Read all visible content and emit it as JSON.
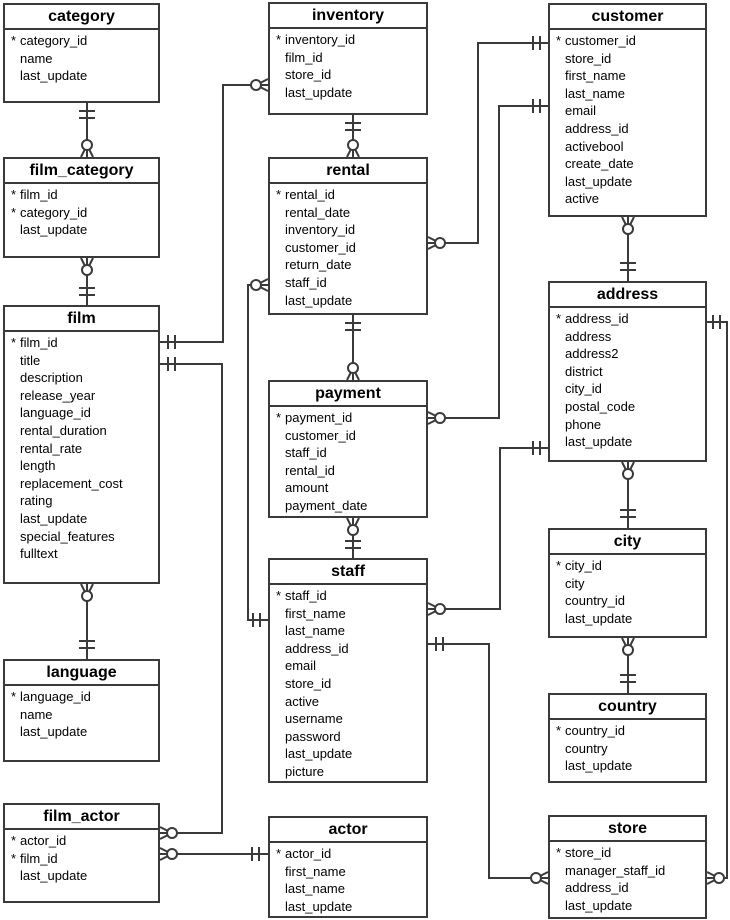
{
  "diagram": {
    "title": "DVD rental database entity-relationship diagram",
    "notation": {
      "pk_marker": "*",
      "one_symbol": "double-bar",
      "many_symbol": "circle-crow-foot"
    },
    "colors": {
      "background": "#ffffff",
      "line": "#3a3a3a",
      "text": "#000000",
      "table_background": "#ffffff"
    },
    "tables": [
      {
        "id": "category",
        "title": "category",
        "columns": [
          {
            "name": "category_id",
            "pk": true
          },
          {
            "name": "name",
            "pk": false
          },
          {
            "name": "last_update",
            "pk": false
          }
        ]
      },
      {
        "id": "film_category",
        "title": "film_category",
        "columns": [
          {
            "name": "film_id",
            "pk": true
          },
          {
            "name": "category_id",
            "pk": true
          },
          {
            "name": "last_update",
            "pk": false
          }
        ]
      },
      {
        "id": "film",
        "title": "film",
        "columns": [
          {
            "name": "film_id",
            "pk": true
          },
          {
            "name": "title",
            "pk": false
          },
          {
            "name": "description",
            "pk": false
          },
          {
            "name": "release_year",
            "pk": false
          },
          {
            "name": "language_id",
            "pk": false
          },
          {
            "name": "rental_duration",
            "pk": false
          },
          {
            "name": "rental_rate",
            "pk": false
          },
          {
            "name": "length",
            "pk": false
          },
          {
            "name": "replacement_cost",
            "pk": false
          },
          {
            "name": "rating",
            "pk": false
          },
          {
            "name": "last_update",
            "pk": false
          },
          {
            "name": "special_features",
            "pk": false
          },
          {
            "name": "fulltext",
            "pk": false
          }
        ]
      },
      {
        "id": "language",
        "title": "language",
        "columns": [
          {
            "name": "language_id",
            "pk": true
          },
          {
            "name": "name",
            "pk": false
          },
          {
            "name": "last_update",
            "pk": false
          }
        ]
      },
      {
        "id": "film_actor",
        "title": "film_actor",
        "columns": [
          {
            "name": "actor_id",
            "pk": true
          },
          {
            "name": "film_id",
            "pk": true
          },
          {
            "name": "last_update",
            "pk": false
          }
        ]
      },
      {
        "id": "inventory",
        "title": "inventory",
        "columns": [
          {
            "name": "inventory_id",
            "pk": true
          },
          {
            "name": "film_id",
            "pk": false
          },
          {
            "name": "store_id",
            "pk": false
          },
          {
            "name": "last_update",
            "pk": false
          }
        ]
      },
      {
        "id": "rental",
        "title": "rental",
        "columns": [
          {
            "name": "rental_id",
            "pk": true
          },
          {
            "name": "rental_date",
            "pk": false
          },
          {
            "name": "inventory_id",
            "pk": false
          },
          {
            "name": "customer_id",
            "pk": false
          },
          {
            "name": "return_date",
            "pk": false
          },
          {
            "name": "staff_id",
            "pk": false
          },
          {
            "name": "last_update",
            "pk": false
          }
        ]
      },
      {
        "id": "payment",
        "title": "payment",
        "columns": [
          {
            "name": "payment_id",
            "pk": true
          },
          {
            "name": "customer_id",
            "pk": false
          },
          {
            "name": "staff_id",
            "pk": false
          },
          {
            "name": "rental_id",
            "pk": false
          },
          {
            "name": "amount",
            "pk": false
          },
          {
            "name": "payment_date",
            "pk": false
          }
        ]
      },
      {
        "id": "staff",
        "title": "staff",
        "columns": [
          {
            "name": "staff_id",
            "pk": true
          },
          {
            "name": "first_name",
            "pk": false
          },
          {
            "name": "last_name",
            "pk": false
          },
          {
            "name": "address_id",
            "pk": false
          },
          {
            "name": "email",
            "pk": false
          },
          {
            "name": "store_id",
            "pk": false
          },
          {
            "name": "active",
            "pk": false
          },
          {
            "name": "username",
            "pk": false
          },
          {
            "name": "password",
            "pk": false
          },
          {
            "name": "last_update",
            "pk": false
          },
          {
            "name": "picture",
            "pk": false
          }
        ]
      },
      {
        "id": "actor",
        "title": "actor",
        "columns": [
          {
            "name": "actor_id",
            "pk": true
          },
          {
            "name": "first_name",
            "pk": false
          },
          {
            "name": "last_name",
            "pk": false
          },
          {
            "name": "last_update",
            "pk": false
          }
        ]
      },
      {
        "id": "customer",
        "title": "customer",
        "columns": [
          {
            "name": "customer_id",
            "pk": true
          },
          {
            "name": "store_id",
            "pk": false
          },
          {
            "name": "first_name",
            "pk": false
          },
          {
            "name": "last_name",
            "pk": false
          },
          {
            "name": "email",
            "pk": false
          },
          {
            "name": "address_id",
            "pk": false
          },
          {
            "name": "activebool",
            "pk": false
          },
          {
            "name": "create_date",
            "pk": false
          },
          {
            "name": "last_update",
            "pk": false
          },
          {
            "name": "active",
            "pk": false
          }
        ]
      },
      {
        "id": "address",
        "title": "address",
        "columns": [
          {
            "name": "address_id",
            "pk": true
          },
          {
            "name": "address",
            "pk": false
          },
          {
            "name": "address2",
            "pk": false
          },
          {
            "name": "district",
            "pk": false
          },
          {
            "name": "city_id",
            "pk": false
          },
          {
            "name": "postal_code",
            "pk": false
          },
          {
            "name": "phone",
            "pk": false
          },
          {
            "name": "last_update",
            "pk": false
          }
        ]
      },
      {
        "id": "city",
        "title": "city",
        "columns": [
          {
            "name": "city_id",
            "pk": true
          },
          {
            "name": "city",
            "pk": false
          },
          {
            "name": "country_id",
            "pk": false
          },
          {
            "name": "last_update",
            "pk": false
          }
        ]
      },
      {
        "id": "country",
        "title": "country",
        "columns": [
          {
            "name": "country_id",
            "pk": true
          },
          {
            "name": "country",
            "pk": false
          },
          {
            "name": "last_update",
            "pk": false
          }
        ]
      },
      {
        "id": "store",
        "title": "store",
        "columns": [
          {
            "name": "store_id",
            "pk": true
          },
          {
            "name": "manager_staff_id",
            "pk": false
          },
          {
            "name": "address_id",
            "pk": false
          },
          {
            "name": "last_update",
            "pk": false
          }
        ]
      }
    ],
    "relationships": [
      {
        "parent": "category",
        "child": "film_category",
        "parent_end": "exactly-one",
        "child_end": "zero-or-many"
      },
      {
        "parent": "film",
        "child": "film_category",
        "parent_end": "exactly-one",
        "child_end": "zero-or-many"
      },
      {
        "parent": "language",
        "child": "film",
        "parent_end": "exactly-one",
        "child_end": "zero-or-many"
      },
      {
        "parent": "film",
        "child": "inventory",
        "parent_end": "exactly-one",
        "child_end": "zero-or-many"
      },
      {
        "parent": "film",
        "child": "film_actor",
        "parent_end": "exactly-one",
        "child_end": "zero-or-many"
      },
      {
        "parent": "actor",
        "child": "film_actor",
        "parent_end": "exactly-one",
        "child_end": "zero-or-many"
      },
      {
        "parent": "inventory",
        "child": "rental",
        "parent_end": "exactly-one",
        "child_end": "zero-or-many"
      },
      {
        "parent": "rental",
        "child": "payment",
        "parent_end": "exactly-one",
        "child_end": "zero-or-many"
      },
      {
        "parent": "staff",
        "child": "payment",
        "parent_end": "exactly-one",
        "child_end": "zero-or-many"
      },
      {
        "parent": "staff",
        "child": "rental",
        "parent_end": "exactly-one",
        "child_end": "zero-or-many"
      },
      {
        "parent": "customer",
        "child": "rental",
        "parent_end": "exactly-one",
        "child_end": "zero-or-many"
      },
      {
        "parent": "customer",
        "child": "payment",
        "parent_end": "exactly-one",
        "child_end": "zero-or-many"
      },
      {
        "parent": "address",
        "child": "customer",
        "parent_end": "exactly-one",
        "child_end": "zero-or-many"
      },
      {
        "parent": "address",
        "child": "staff",
        "parent_end": "exactly-one",
        "child_end": "zero-or-many"
      },
      {
        "parent": "city",
        "child": "address",
        "parent_end": "exactly-one",
        "child_end": "zero-or-many"
      },
      {
        "parent": "country",
        "child": "city",
        "parent_end": "exactly-one",
        "child_end": "zero-or-many"
      },
      {
        "parent": "staff",
        "child": "store",
        "parent_end": "exactly-one",
        "child_end": "zero-or-many"
      },
      {
        "parent": "address",
        "child": "store",
        "parent_end": "exactly-one",
        "child_end": "zero-or-many"
      }
    ]
  }
}
